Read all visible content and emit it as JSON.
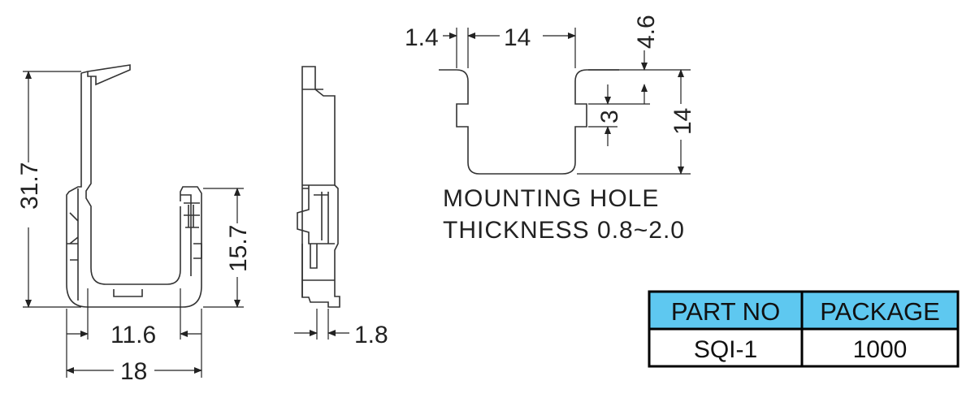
{
  "dimensions": {
    "front_height": "31.7",
    "front_inner_height": "15.7",
    "front_inner_width": "11.6",
    "front_width": "18",
    "side_thickness": "1.8",
    "hole_offset": "1.4",
    "hole_width": "14",
    "hole_notch_depth": "4.6",
    "hole_notch": "3",
    "hole_height": "14"
  },
  "note": {
    "line1": "MOUNTING HOLE",
    "line2": "THICKNESS 0.8~2.0"
  },
  "table": {
    "headers": [
      "PART NO",
      "PACKAGE"
    ],
    "row": [
      "SQI-1",
      "1000"
    ],
    "header_color": "#5ec8f0"
  }
}
